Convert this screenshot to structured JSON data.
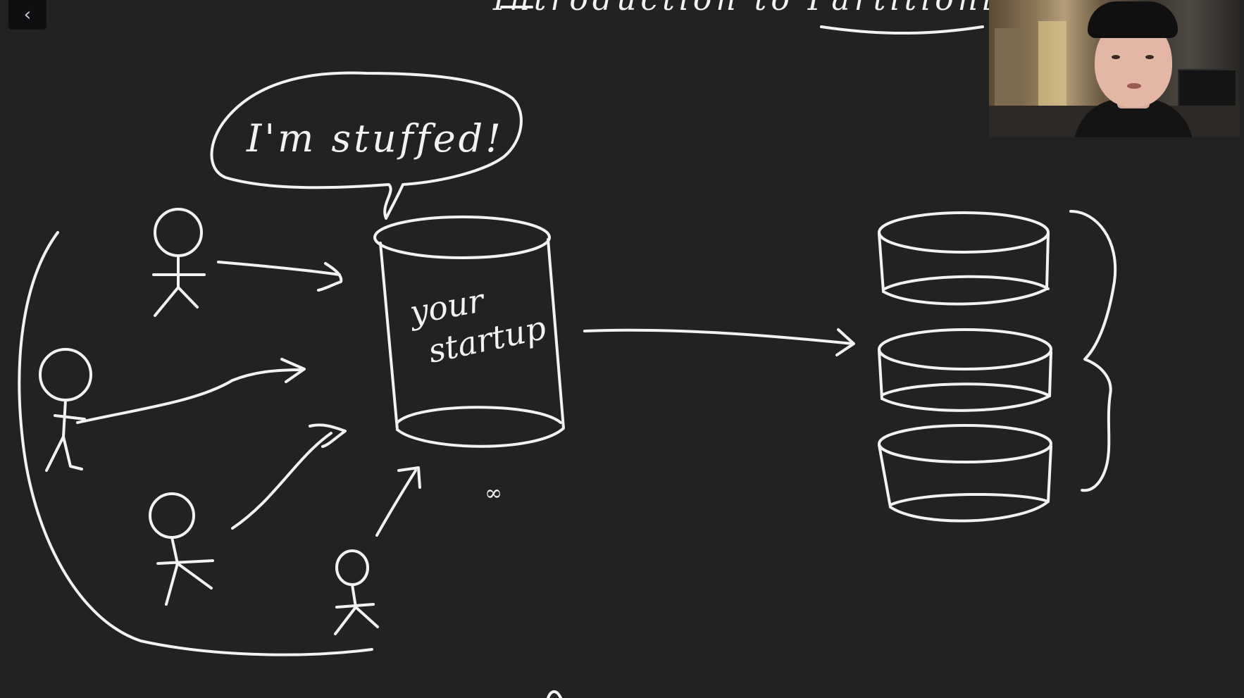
{
  "toolbar": {
    "back_icon": "chevron-left-icon",
    "back_glyph": "‹"
  },
  "diagram": {
    "title": "Introduction to Partitioning",
    "speech_bubble_text": "I'm stuffed!",
    "database_label_line1": "your",
    "database_label_line2": "startup",
    "footnote_symbol": "∞",
    "users_count": 4,
    "partitions_count": 3
  },
  "webcam": {
    "description_icon": "presenter-video"
  },
  "colors": {
    "background": "#222222",
    "chalk": "#f2f2f2"
  }
}
